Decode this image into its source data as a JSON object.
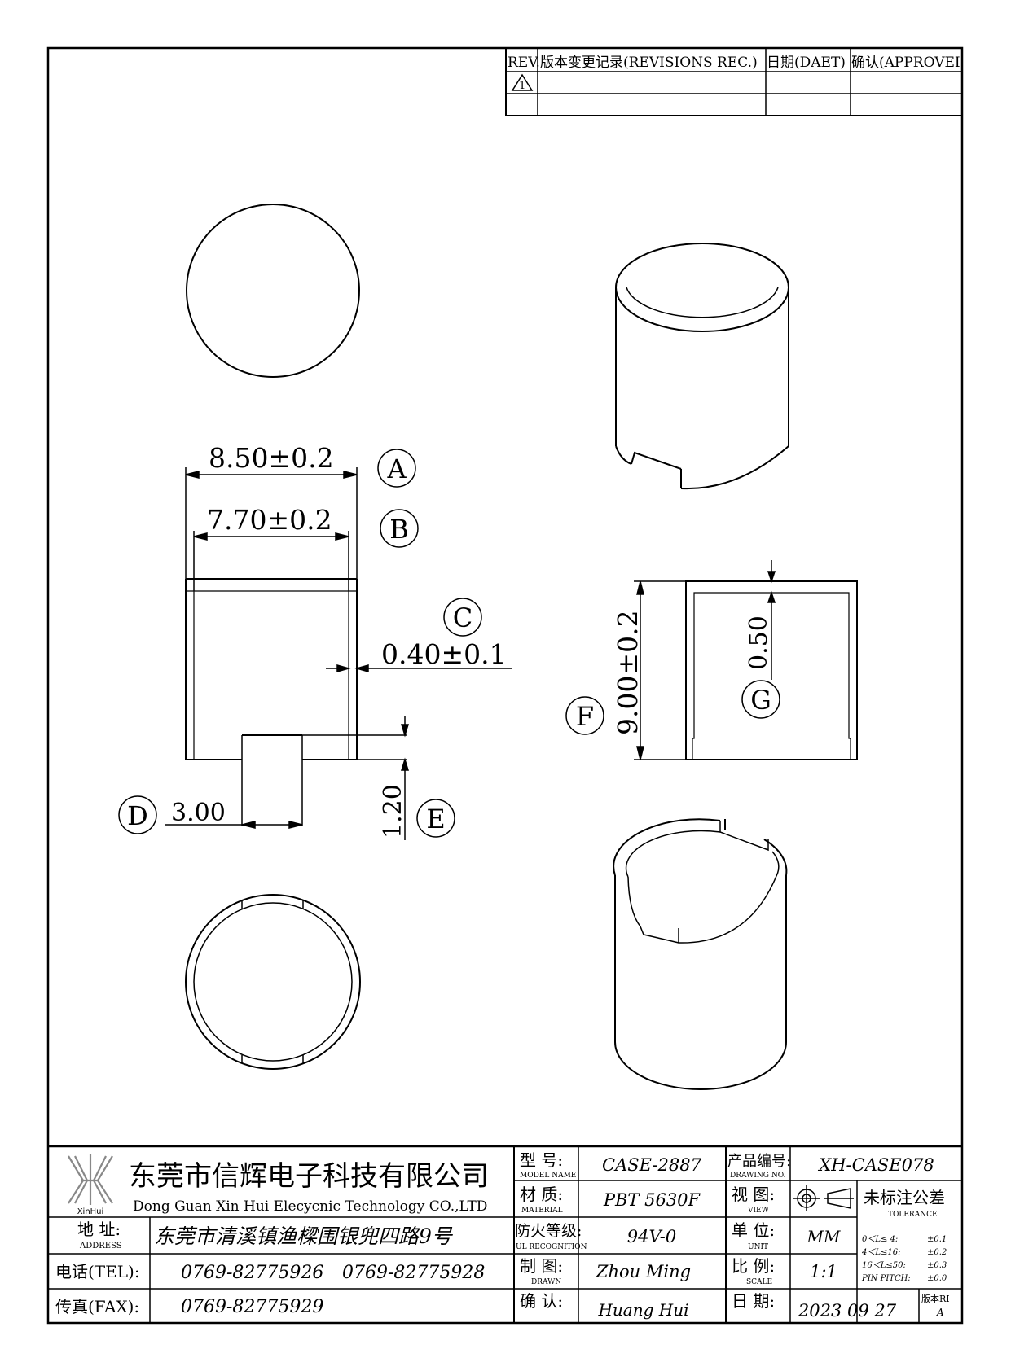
{
  "revisions": {
    "headers": [
      "REV.",
      "版本变更记录(REVISIONS REC.)",
      "日期(DAET)",
      "确认(APPROVEI"
    ],
    "rev_symbol": "1"
  },
  "dimensions": {
    "A": {
      "letter": "A",
      "text": "8.50±0.2"
    },
    "B": {
      "letter": "B",
      "text": "7.70±0.2"
    },
    "C": {
      "letter": "C",
      "text": "0.40±0.1"
    },
    "D": {
      "letter": "D",
      "text": "3.00"
    },
    "E": {
      "letter": "E",
      "text": "1.20"
    },
    "F": {
      "letter": "F",
      "text": "9.00±0.2"
    },
    "G": {
      "letter": "G",
      "text": "0.50"
    }
  },
  "title_block": {
    "logo_text": "XinHui",
    "company_cn": "东莞市信辉电子科技有限公司",
    "company_en": "Dong Guan Xin Hui Elecycnic Technology CO.,LTD",
    "address_label": "地 址:",
    "address_label_en": "ADDRESS",
    "address": "东莞市清溪镇渔樑围银兜四路9号",
    "tel_label": "电话(TEL):",
    "tel1": "0769-82775926",
    "tel2": "0769-82775928",
    "fax_label": "传真(FAX):",
    "fax": "0769-82775929",
    "model_label": "型 号:",
    "model_label_en": "MODEL NAME",
    "model": "CASE-2887",
    "material_label": "材 质:",
    "material_label_en": "MATERIAL",
    "material": "PBT 5630F",
    "ul_label": "防火等级:",
    "ul_label_en": "UL RECOGNITION",
    "ul": "94V-0",
    "drawn_label": "制 图:",
    "drawn_label_en": "DRAWN",
    "drawn": "Zhou Ming",
    "check_label": "确 认:",
    "check": "Huang Hui",
    "drawing_no_label": "产品编号:",
    "drawing_no_label_en": "DRAWING NO.",
    "drawing_no": "XH-CASE078",
    "view_label": "视 图:",
    "view_label_en": "VIEW",
    "unit_label": "单 位:",
    "unit_label_en": "UNIT",
    "unit": "MM",
    "scale_label": "比 例:",
    "scale_label_en": "SCALE",
    "scale": "1:1",
    "date_label": "日 期:",
    "date": "2023 09 27",
    "tolerance_title": "未标注公差",
    "tolerance_title_en": "TOLERANCE",
    "tolerances": [
      {
        "range": "0＜L≤ 4:",
        "value": "±0.1"
      },
      {
        "range": "4＜L≤16:",
        "value": "±0.2"
      },
      {
        "range": "16＜L≤50:",
        "value": "±0.3"
      },
      {
        "range": "PIN PITCH:",
        "value": "±0.0"
      }
    ],
    "version_label": "版本RI",
    "version": "A"
  }
}
